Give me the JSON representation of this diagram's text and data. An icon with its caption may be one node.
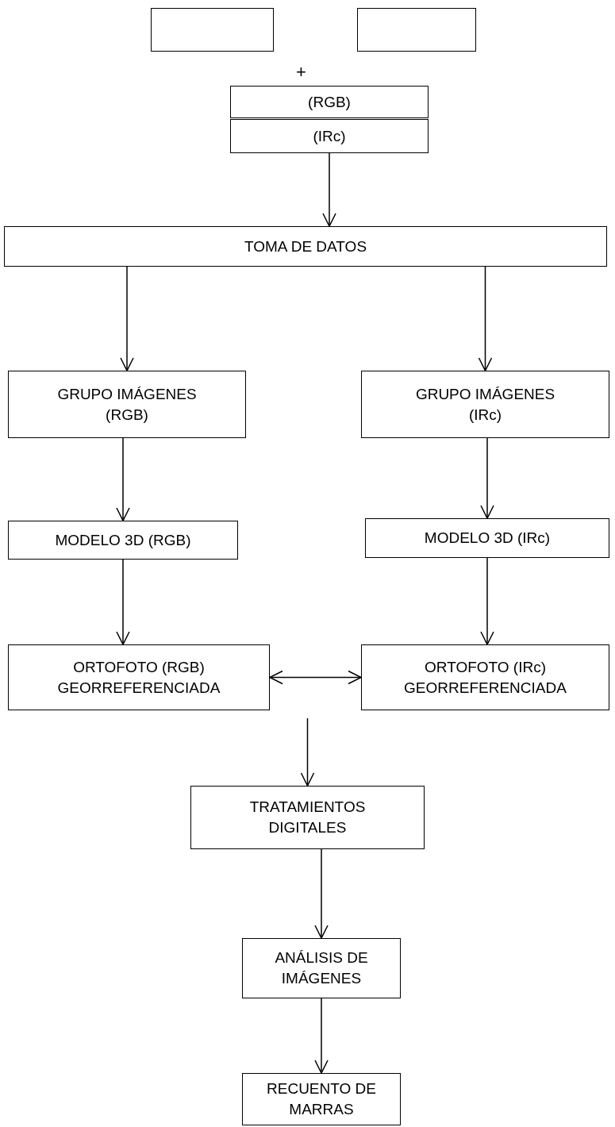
{
  "diagram": {
    "nodes": [
      {
        "text": [],
        "shape": "box"
      },
      {
        "text": [],
        "shape": "box"
      },
      {
        "text": [
          "(RGB)"
        ]
      },
      {
        "text": [
          "(IRc)"
        ]
      },
      {
        "text": [
          "TOMA DE DATOS"
        ]
      },
      {
        "text": [
          "GRUPO IMÁGENES (RGB)"
        ]
      },
      {
        "text": [
          "GRUPO IMÁGENES (IRc)"
        ]
      },
      {
        "text": [
          "MODELO 3D (RGB)"
        ]
      },
      {
        "text": [
          "MODELO 3D (IRc)"
        ]
      },
      {
        "text": [
          "ORTOFOTO (RGB) GEORREFERENCIADA"
        ]
      },
      {
        "text": [
          "ORTOFOTO (IRc) GEORREFERENCIADA"
        ]
      },
      {
        "text": [
          "TRATAMIENTOS DIGITALES"
        ]
      },
      {
        "text": [
          "ANÁLISIS DE IMÁGENES"
        ]
      },
      {
        "text": [
          "RECUENTO DE MARRAS"
        ]
      }
    ],
    "edges": [
      {
        "from": 3,
        "to": 4,
        "arrow": "to"
      },
      {
        "from": 4,
        "to": 5,
        "arrow": "to"
      },
      {
        "from": 4,
        "to": 6,
        "arrow": "to"
      },
      {
        "from": 5,
        "to": 7,
        "arrow": "to"
      },
      {
        "from": 6,
        "to": 8,
        "arrow": "to"
      },
      {
        "from": 7,
        "to": 9,
        "arrow": "to"
      },
      {
        "from": 8,
        "to": 10,
        "arrow": "to"
      },
      {
        "from": 9,
        "to": 10,
        "arrow": "both"
      },
      {
        "from": null,
        "to": 11,
        "arrow": "to"
      },
      {
        "from": 11,
        "to": 12,
        "arrow": "to"
      },
      {
        "from": 12,
        "to": 13,
        "arrow": "to"
      }
    ],
    "labels": [
      "+"
    ]
  }
}
